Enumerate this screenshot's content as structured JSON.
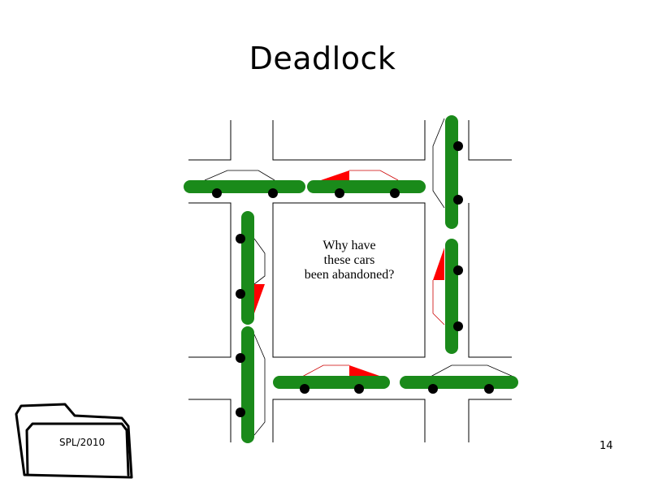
{
  "slide": {
    "title": "Deadlock",
    "question_lines": [
      "Why have",
      "these cars",
      "been abandoned?"
    ],
    "footer_label": "SPL/2010",
    "page_number": "14"
  },
  "colors": {
    "car_body": "#1a8a1a",
    "car_accent": "#ff0000",
    "wheel": "#000000",
    "road_line": "#000000"
  },
  "icons": {
    "folder": "folder-icon"
  }
}
